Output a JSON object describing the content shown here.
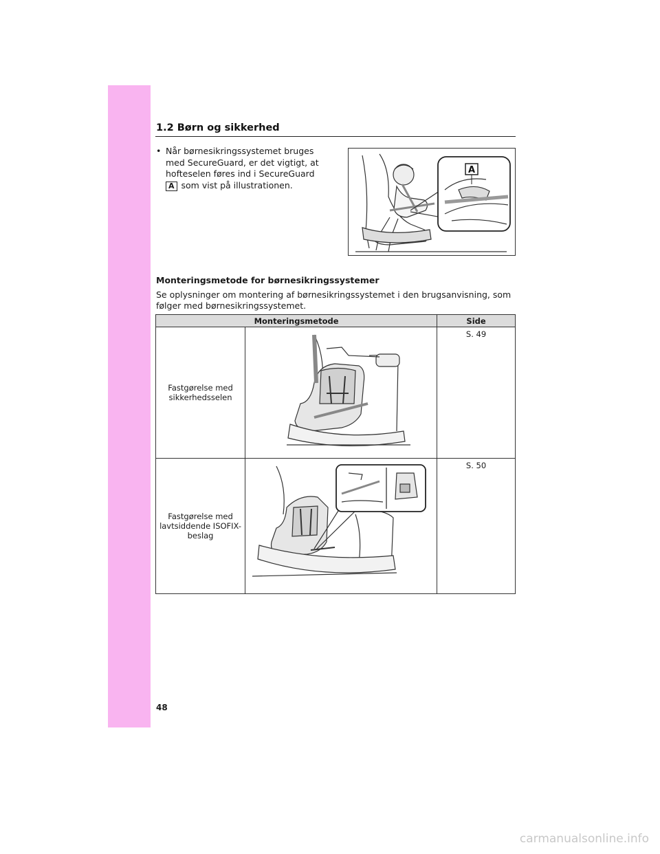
{
  "section": {
    "title": "1.2  Børn og sikkerhed"
  },
  "bullet": {
    "marker": "•",
    "line1": "Når børnesikringssystemet bruges",
    "line2": "med SecureGuard, er det vigtigt, at",
    "line3": "hofteselen føres ind i SecureGuard",
    "label": "A",
    "line4": "som vist på illustrationen."
  },
  "figure_main": {
    "callout_label": "A"
  },
  "install": {
    "heading": "Monteringsmetode for børnesikringssystemer",
    "paragraph": "Se oplysninger om montering af børnesikringssystemet i den brugsanvisning, som følger med børnesikringssystemet."
  },
  "table": {
    "headers": [
      "Monteringsmetode",
      "Side"
    ],
    "rows": [
      {
        "method_line1": "Fastgørelse med",
        "method_line2": "sikkerhedsselen",
        "method_line3": "",
        "page": "S. 49"
      },
      {
        "method_line1": "Fastgørelse med",
        "method_line2": "lavtsiddende ISOFIX-",
        "method_line3": "beslag",
        "page": "S. 50"
      }
    ]
  },
  "footer": {
    "page_number": "48",
    "watermark": "carmanualsonline.info"
  },
  "colors": {
    "side_band": "#f9b4f0",
    "table_header": "#dcdcdc"
  }
}
